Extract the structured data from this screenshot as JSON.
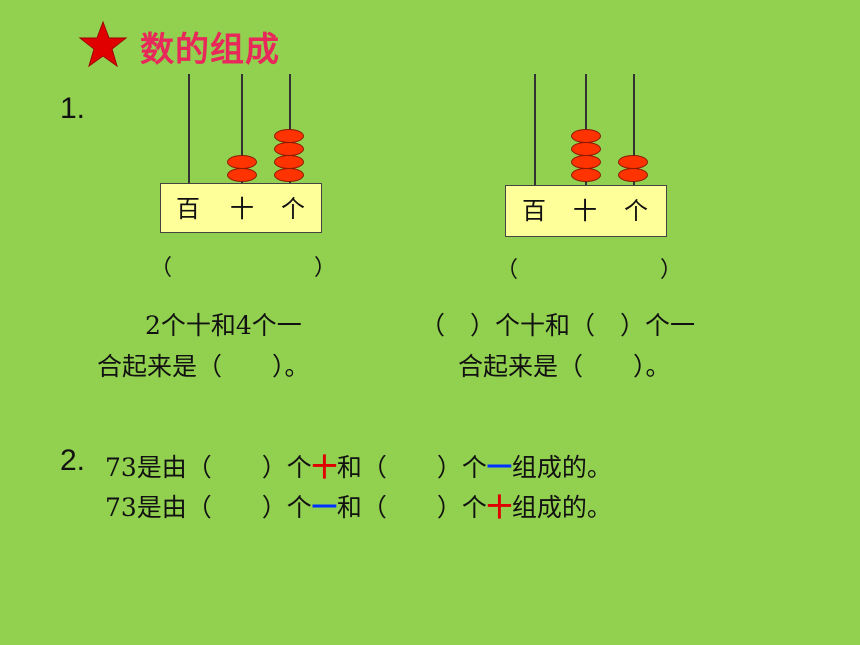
{
  "title": "数的组成",
  "star_icon": "star-icon",
  "colors": {
    "title": "#e8275a",
    "star": "#e00000",
    "bead": "#ff3300",
    "box": "#ffff99",
    "background": "#92d050",
    "ten_mark": "#e00000",
    "one_mark": "#0033ff"
  },
  "q1": {
    "number": "1.",
    "abacus1": {
      "labels": [
        "百",
        "十",
        "个"
      ],
      "beads": {
        "hundreds": 0,
        "tens": 2,
        "ones": 4
      }
    },
    "abacus2": {
      "labels": [
        "百",
        "十",
        "个"
      ],
      "beads": {
        "hundreds": 0,
        "tens": 4,
        "ones": 2
      }
    },
    "answer_open": "（",
    "answer_close": "）",
    "left_line1": "2个十和4个一",
    "left_line2": "合起来是（　　）。",
    "right_line1": "（　）个十和（　）个一",
    "right_line2": "合起来是（　　）。"
  },
  "q2": {
    "number": "2.",
    "line1": {
      "before": "73是由（　　）个",
      "mark1": "十",
      "middle": "和（　　）个",
      "mark2": "一",
      "after": "组成的。"
    },
    "line2": {
      "before": "73是由（　　）个",
      "mark1": "一",
      "middle": "和（　　）个",
      "mark2": "十",
      "after": "组成的。"
    }
  }
}
